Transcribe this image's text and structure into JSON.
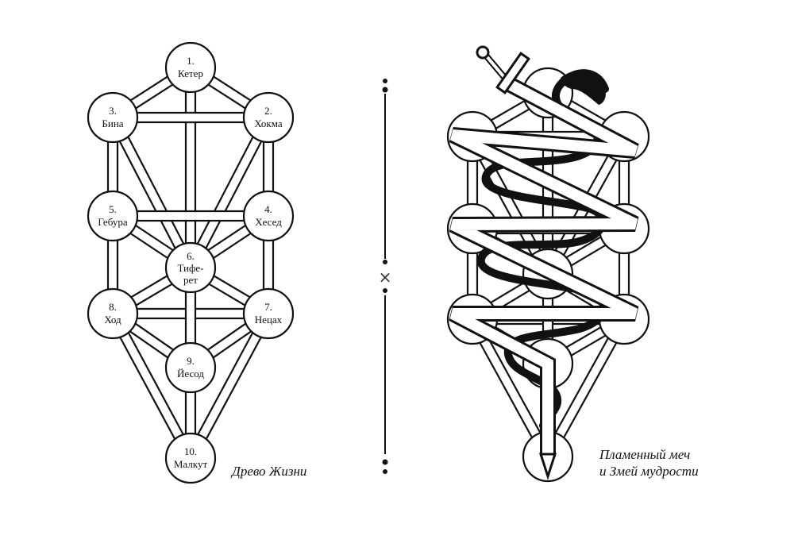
{
  "tree_of_life": {
    "caption": "Древо Жизни",
    "sephirot": [
      {
        "number": "1.",
        "name": "Кетер"
      },
      {
        "number": "2.",
        "name": "Хокма"
      },
      {
        "number": "3.",
        "name": "Бина"
      },
      {
        "number": "4.",
        "name": "Хесед"
      },
      {
        "number": "5.",
        "name": "Гебура"
      },
      {
        "number": "6.",
        "name": "Тифе-",
        "name2": "рет"
      },
      {
        "number": "7.",
        "name": "Нецах"
      },
      {
        "number": "8.",
        "name": "Ход"
      },
      {
        "number": "9.",
        "name": "Йесод"
      },
      {
        "number": "10.",
        "name": "Малкут"
      }
    ]
  },
  "divider": {
    "symbol": "×"
  },
  "sword_serpent": {
    "caption_line1": "Пламенный меч",
    "caption_line2": "и Змей мудрости"
  }
}
